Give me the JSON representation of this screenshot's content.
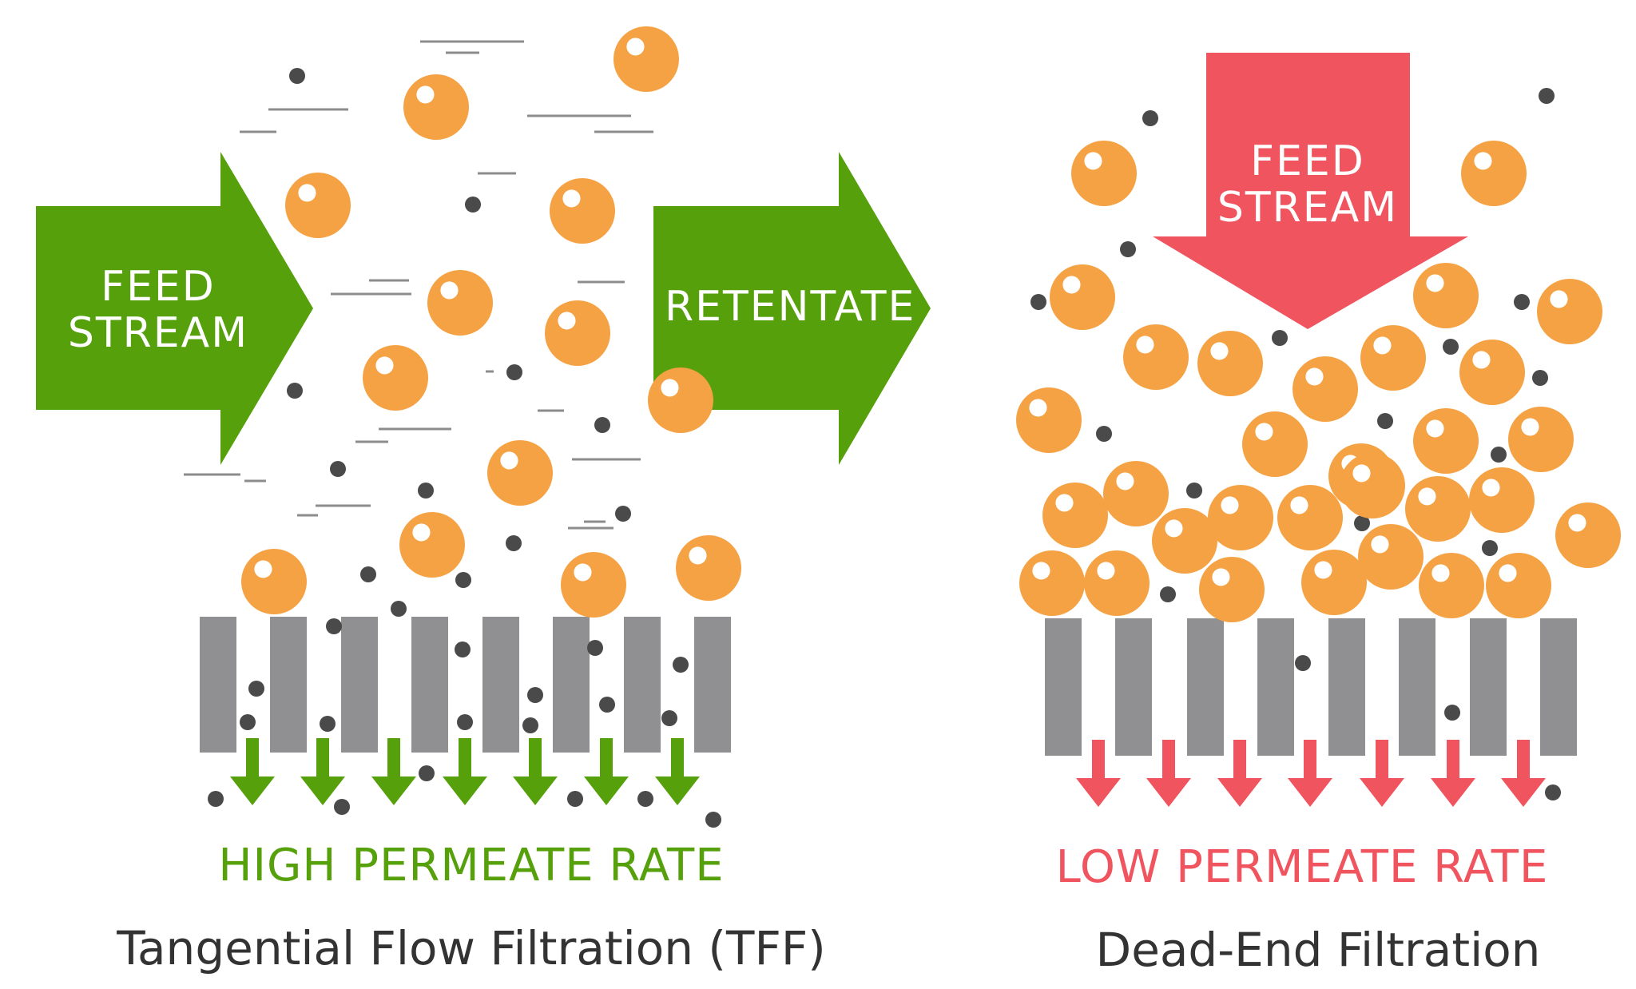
{
  "colors": {
    "tff_green": "#55a00b",
    "dead_end_red": "#f0545f",
    "particle_orange": "#f5a244",
    "particle_highlight": "#ffffff",
    "small_particle": "#4a4a4a",
    "membrane_gray": "#909092",
    "flow_line": "#8c8c8c",
    "caption_text": "#333333"
  },
  "tff": {
    "feed_stream": {
      "line1": "FEED",
      "line2": "STREAM"
    },
    "retentate_label": "RETENTATE",
    "permeate_rate": "HIGH PERMEATE RATE",
    "caption": "Tangential Flow Filtration (TFF)",
    "membrane_pores": 8,
    "permeate_arrows": 7
  },
  "dead_end": {
    "feed_stream": {
      "line1": "FEED",
      "line2": "STREAM"
    },
    "permeate_rate": "LOW PERMEATE RATE",
    "caption": "Dead-End Filtration",
    "membrane_pores": 8,
    "permeate_arrows": 7
  }
}
